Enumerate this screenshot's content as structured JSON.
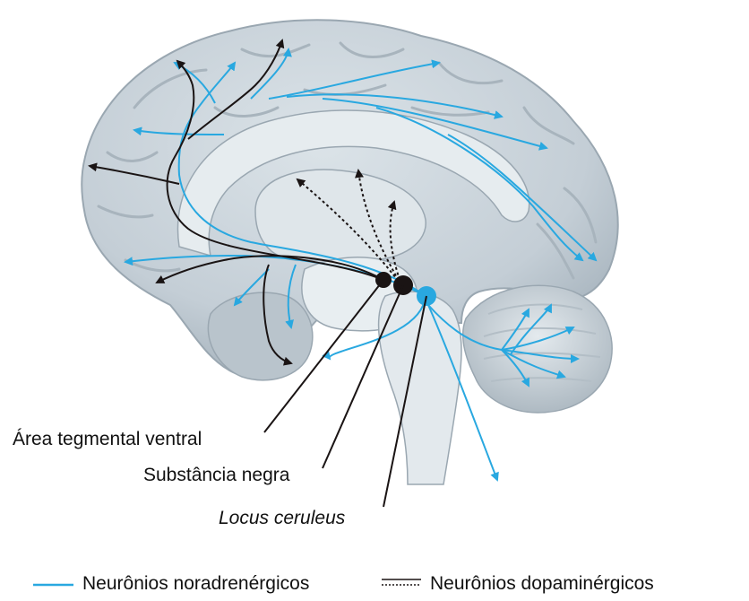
{
  "labels": {
    "vta": "Área tegmental ventral",
    "substantia_nigra": "Substância negra",
    "locus_ceruleus": "Locus ceruleus"
  },
  "legend": {
    "noradrenergic": "Neurônios noradrenérgicos",
    "dopaminergic": "Neurônios dopaminérgicos"
  },
  "colors": {
    "noradrenergic": "#29a8e0",
    "dopaminergic": "#1a1414",
    "brain": "#c9d3da",
    "brain_dark": "#a9b5be",
    "brain_light": "#e3e9ed"
  }
}
